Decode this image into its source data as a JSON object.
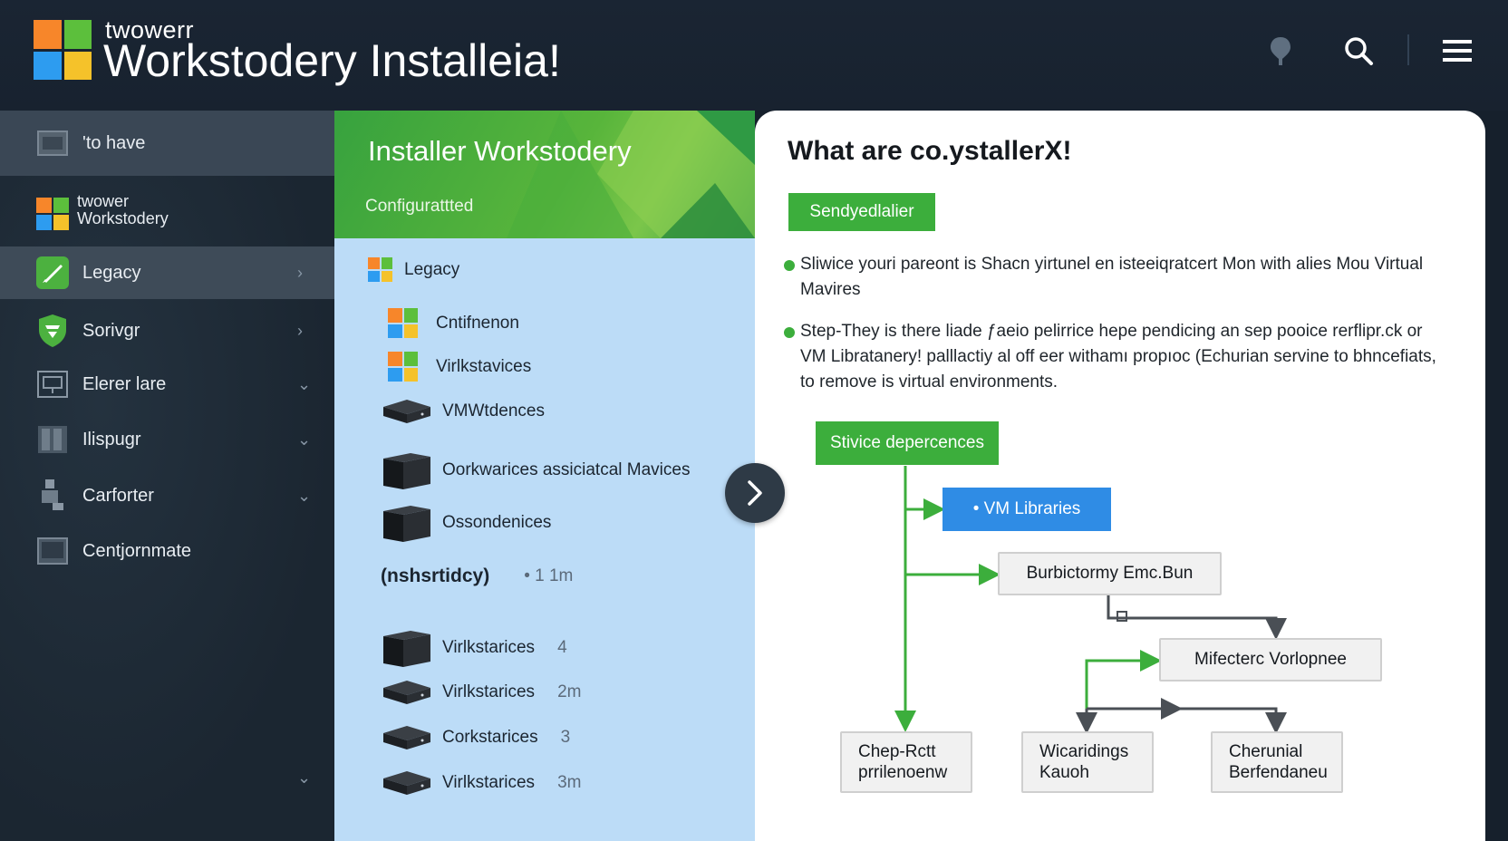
{
  "colors": {
    "header_bg": "#1a2533",
    "sidebar_bg": "#1b2631",
    "accent_green": "#3cae3c",
    "accent_blue": "#2f8ce5",
    "mid_bg": "#bcdcf7"
  },
  "header": {
    "subtitle": "twowerr",
    "title": "Workstodery Installeia!",
    "icons": [
      "pin-icon",
      "search-icon",
      "menu-icon"
    ]
  },
  "sidebar": {
    "top_item": {
      "label": "'to have",
      "icon": "window-icon"
    },
    "brand": {
      "line1": "twower",
      "line2": "Workstodery"
    },
    "items": [
      {
        "label": "Legacy",
        "icon": "brush-icon",
        "chevron": "›"
      },
      {
        "label": "Sorivgr",
        "icon": "shield-icon",
        "chevron": "›"
      },
      {
        "label": "Elerer lare",
        "icon": "frame-icon",
        "chevron": "⌄"
      },
      {
        "label": "Ilispugr",
        "icon": "columns-icon",
        "chevron": "⌄"
      },
      {
        "label": "Carforter",
        "icon": "connector-icon",
        "chevron": "⌄"
      },
      {
        "label": "Centjornmate",
        "icon": "monitor-icon"
      }
    ],
    "bottom_chevron": "⌄"
  },
  "middle": {
    "title": "Installer Workstodery",
    "subtitle": "Configurattted",
    "section_label": "Legacy",
    "items": [
      {
        "label": "Cntifnenon",
        "icon": "windows-logo-icon"
      },
      {
        "label": "Virlkstavices",
        "icon": "windows-logo-icon"
      },
      {
        "label": "VMWtdences",
        "icon": "server-flat-icon"
      },
      {
        "label": "Oorkwarices assiciatcal Mavices",
        "icon": "server-box-icon"
      },
      {
        "label": "Ossondenices",
        "icon": "server-box-icon"
      }
    ],
    "summary": {
      "label": "(nshsrtidcy)",
      "value": "• 1 1m"
    },
    "list": [
      {
        "label": "Virlkstarices",
        "value": "4",
        "icon": "server-box-icon"
      },
      {
        "label": "Virlkstarices",
        "value": "2m",
        "icon": "server-flat-icon"
      },
      {
        "label": "Corkstarices",
        "value": "3",
        "icon": "server-flat-icon"
      },
      {
        "label": "Virlkstarices",
        "value": "3m",
        "icon": "server-flat-icon"
      }
    ]
  },
  "right": {
    "title": "What are co.ystallerX!",
    "button": "Sendyedlalier",
    "bullets": [
      "Sliwice youri pareont is Shacn yirtunel en isteeiqratcert Mon with alies Mou Virtual Mavires",
      "Step-They is there liade ƒaeio pelirrice hepe pendicing an sep pooice rerflipr.ck or VM Libratanery! palllactiy al off eer withamı propıoc (Echurian servine to bhncefiats, to remove is virtual environments."
    ],
    "diagram": {
      "root": "Stivice depercences",
      "vm": "• VM Libraries",
      "node_a": "Burbictormy Emc.Bun",
      "node_b": "Mifecterc Vorlopnee",
      "leaves": [
        {
          "line1": "Chep-Rctt",
          "line2": "prrilenoenw"
        },
        {
          "line1": "Wicaridings",
          "line2": "Kauoh"
        },
        {
          "line1": "Cherunial",
          "line2": "Berfendaneu"
        }
      ]
    }
  }
}
